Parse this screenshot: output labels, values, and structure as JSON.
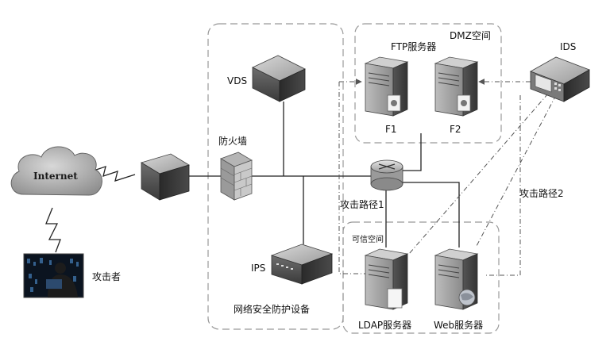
{
  "labels": {
    "internet": "Internet",
    "attacker": "攻击者",
    "vds": "VDS",
    "firewall": "防火墙",
    "ips": "IPS",
    "security_devices": "网络安全防护设备",
    "ftp_server": "FTP服务器",
    "dmz": "DMZ空间",
    "f1": "F1",
    "f2": "F2",
    "ids": "IDS",
    "attack_path_1": "攻击路径1",
    "attack_path_2": "攻击路径2",
    "trusted_zone": "可信空间",
    "ldap_server": "LDAP服务器",
    "web_server": "Web服务器"
  }
}
